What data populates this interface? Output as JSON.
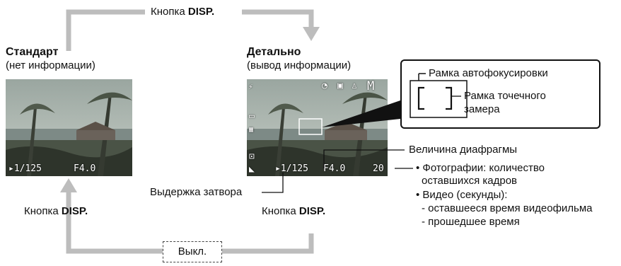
{
  "flow": {
    "top_button_label": "Кнопка",
    "button_key": "DISP.",
    "left_button_label": "Кнопка",
    "right_button_label": "Кнопка",
    "off_label": "Выкл."
  },
  "modes": {
    "standard": {
      "title": "Стандарт",
      "subtitle": "(нет информации)"
    },
    "detailed": {
      "title": "Детально",
      "subtitle": "(вывод информации)"
    }
  },
  "screen_standard": {
    "shutter": "1/125",
    "aperture": "F4.0"
  },
  "screen_detailed": {
    "shutter": "1/125",
    "aperture": "F4.0",
    "shots": "20",
    "mode_letter": "M"
  },
  "callout": {
    "af_frame": "Рамка автофокусировки",
    "spot_frame_line1": "Рамка точечного",
    "spot_frame_line2": "замера"
  },
  "annotations": {
    "aperture_value": "Величина диафрагмы",
    "shutter_speed": "Выдержка затвора",
    "photos_line1": "• Фотографии: количество",
    "photos_line2": "оставшихся кадров",
    "video_line1": "• Видео (секунды):",
    "video_line2": "- оставшееся время видеофильма",
    "video_line3": "- прошедшее время"
  }
}
